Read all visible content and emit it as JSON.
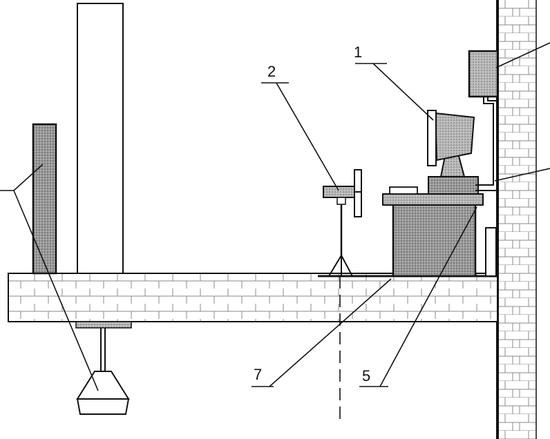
{
  "diagram": {
    "callouts": [
      {
        "id": "label-1",
        "text": "1"
      },
      {
        "id": "label-2",
        "text": "2"
      },
      {
        "id": "label-5",
        "text": "5"
      },
      {
        "id": "label-7",
        "text": "7"
      }
    ],
    "colors": {
      "ink": "#111111",
      "shade": "#8a8a8a",
      "background": "#ffffff"
    }
  }
}
